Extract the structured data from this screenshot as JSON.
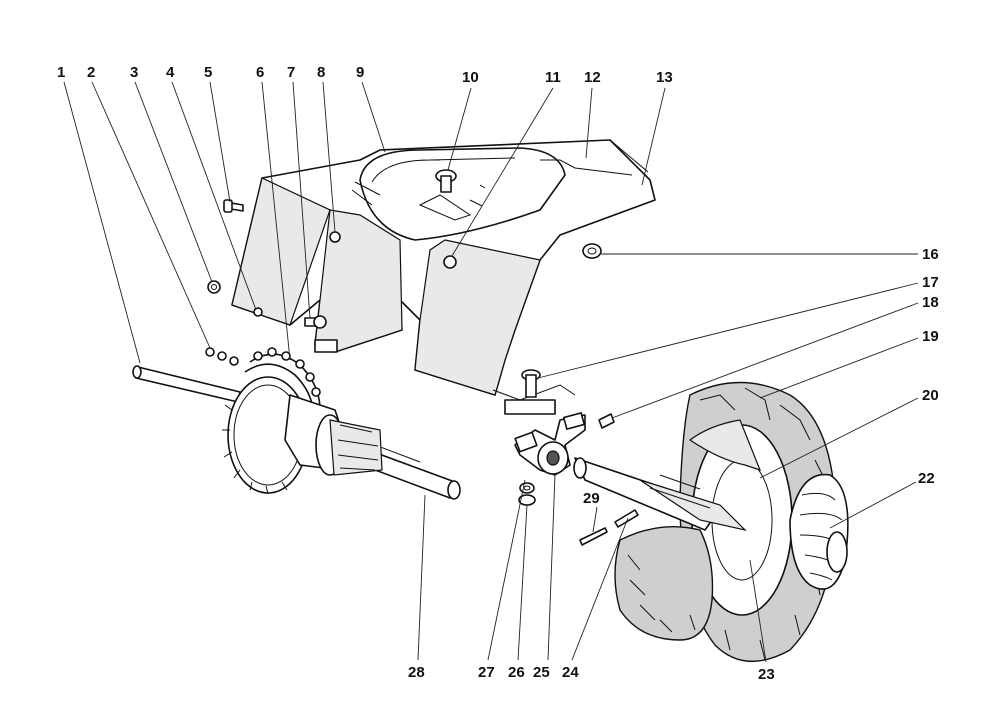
{
  "callouts": [
    {
      "id": "1",
      "label": "1"
    },
    {
      "id": "2",
      "label": "2"
    },
    {
      "id": "3",
      "label": "3"
    },
    {
      "id": "4",
      "label": "4"
    },
    {
      "id": "5",
      "label": "5"
    },
    {
      "id": "6",
      "label": "6"
    },
    {
      "id": "7",
      "label": "7"
    },
    {
      "id": "8",
      "label": "8"
    },
    {
      "id": "9",
      "label": "9"
    },
    {
      "id": "10",
      "label": "10"
    },
    {
      "id": "11",
      "label": "11"
    },
    {
      "id": "12",
      "label": "12"
    },
    {
      "id": "13",
      "label": "13"
    },
    {
      "id": "16",
      "label": "16"
    },
    {
      "id": "17",
      "label": "17"
    },
    {
      "id": "18",
      "label": "18"
    },
    {
      "id": "19",
      "label": "19"
    },
    {
      "id": "20",
      "label": "20"
    },
    {
      "id": "22",
      "label": "22"
    },
    {
      "id": "23",
      "label": "23"
    },
    {
      "id": "24",
      "label": "24"
    },
    {
      "id": "25",
      "label": "25"
    },
    {
      "id": "26",
      "label": "26"
    },
    {
      "id": "27",
      "label": "27"
    },
    {
      "id": "28",
      "label": "28"
    },
    {
      "id": "29",
      "label": "29"
    }
  ],
  "colors": {
    "ink": "#111111",
    "paper": "#ffffff",
    "tread": "#cfcfcf"
  }
}
